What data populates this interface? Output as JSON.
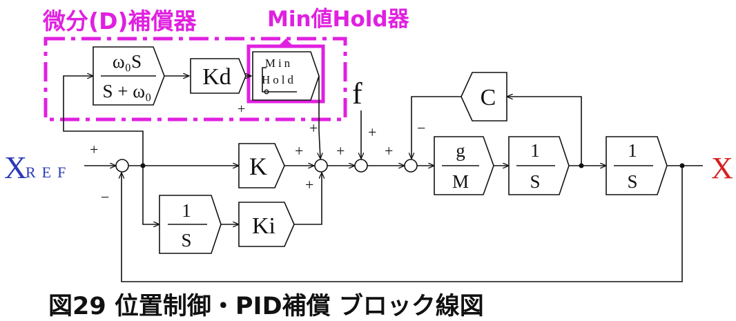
{
  "annotations": {
    "derivative_label": "微分(D)補償器",
    "minhold_label": "Min値Hold器"
  },
  "signals": {
    "xref_main": "X",
    "xref_sub": "REF",
    "output": "X",
    "f": "f"
  },
  "blocks": {
    "deriv_num": "ω₀S",
    "deriv_den": "S + ω₀",
    "kd": "Kd",
    "minhold_line1": "Min",
    "minhold_line2": "Hold",
    "k": "K",
    "integ_num": "1",
    "integ_den": "S",
    "ki": "Ki",
    "g_num": "g",
    "g_den": "M",
    "int1_num": "1",
    "int1_den": "S",
    "int2_num": "1",
    "int2_den": "S",
    "c": "C"
  },
  "signs": {
    "sum1_in": "+",
    "sum1_fb": "−",
    "sum2_top": "+",
    "sum2_deriv": "+",
    "sum2_left": "+",
    "sum2_bottom": "+",
    "sum3_left": "+",
    "sum3_f": "+",
    "sum4_left": "+",
    "sum4_c": "−"
  },
  "caption": "図29 位置制御・PID補償 ブロック線図",
  "colors": {
    "accent": "#e020e0",
    "xref": "#2a3ab8",
    "output": "#d42020",
    "lines": "#111111"
  }
}
